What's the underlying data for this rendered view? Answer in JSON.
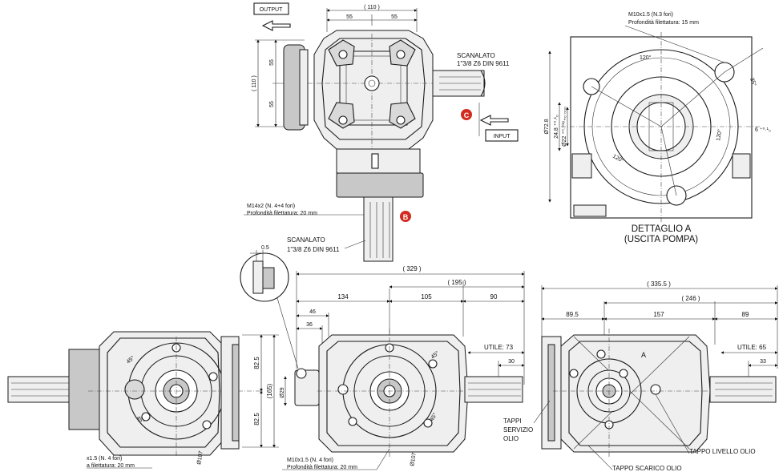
{
  "labels": {
    "output": "OUTPUT",
    "input": "INPUT",
    "scanalato_1": "SCANALATO",
    "scanalato_1_spec": "1\"3/8 Z6 DIN 9611",
    "scanalato_2": "SCANALATO",
    "scanalato_2_spec": "1\"3/8 Z6 DIN 9611",
    "marker_c": "C",
    "marker_b": "B",
    "marker_a": "A",
    "m14_line1": "M14x2 (N. 4+4 fori)",
    "m14_line2": "Profondità filettatura: 20 mm",
    "m10_top_line1": "M10x1.5 (N.3 fori)",
    "m10_top_line2": "Profondità filettatura: 15 mm",
    "m10_bot_line1": "M10x1.5 (N. 4 fori)",
    "m10_bot_line2": "Profondità filettatura: 20 mm",
    "m10_left_line1": "x1.5 (N. 4 fori)",
    "m10_left_line2": "a filettatura: 20 mm",
    "dettaglio_line1": "DETTAGLIO A",
    "dettaglio_line2": "(USCITA POMPA)",
    "tappi_line1": "TAPPI",
    "tappi_line2": "SERVIZIO",
    "tappi_line3": "OLIO",
    "tappo_livello": "TAPPO LIVELLO OLIO",
    "tappo_scarico": "TAPPO SCARICO OLIO",
    "utile_73": "UTILE: 73",
    "utile_65": "UTILE: 65"
  },
  "dimensions": {
    "top_110": "( 110 )",
    "top_55a": "55",
    "top_55b": "55",
    "left_110": "( 110 )",
    "left_55a": "55",
    "left_55b": "55",
    "d_72_8": "Ø72.8",
    "d_24_8": "24.8 ⁺⁰·¹₀",
    "d_22": "Ø22 ⁺⁰·⁰¹⁸₊₀·₀₀₀",
    "ang_120a": "120°",
    "ang_120b": "120°",
    "ang_120c": "120°",
    "ang_35": "35°",
    "six": "6 ⁺⁰·¹₀",
    "d_329": "( 329 )",
    "d_195": "( 195 )",
    "d_134": "134",
    "d_105": "105",
    "d_90": "90",
    "d_46": "46",
    "d_36": "36",
    "d_0_5": "0.5",
    "d_30": "30",
    "d_29": "Ø29",
    "d_82_5a": "82.5",
    "d_82_5b": "82.5",
    "d_165": "(165)",
    "d_335_5": "( 335.5 )",
    "d_246": "( 246 )",
    "d_89_5": "89.5",
    "d_157": "157",
    "d_89": "89",
    "d_33": "33",
    "ang_45a": "45°",
    "ang_45b": "45°",
    "ang_45c": "45°",
    "ang_45d": "45°",
    "d_bolt_left": "Ø107",
    "d_bolt_mid": "Ø107"
  }
}
